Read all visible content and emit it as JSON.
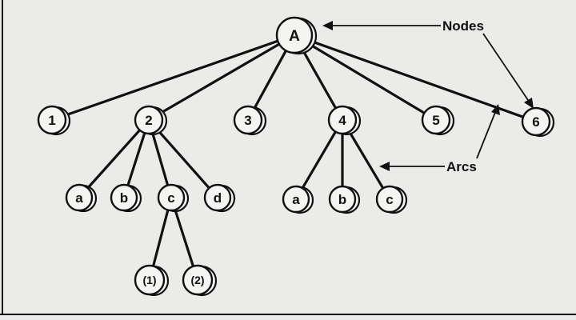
{
  "diagram": {
    "annotations": {
      "nodes": "Nodes",
      "arcs": "Arcs"
    },
    "nodes": [
      {
        "id": "A",
        "label": "A"
      },
      {
        "id": "n1",
        "label": "1"
      },
      {
        "id": "n2",
        "label": "2"
      },
      {
        "id": "n3",
        "label": "3"
      },
      {
        "id": "n4",
        "label": "4"
      },
      {
        "id": "n5",
        "label": "5"
      },
      {
        "id": "n6",
        "label": "6"
      },
      {
        "id": "n2a",
        "label": "a"
      },
      {
        "id": "n2b",
        "label": "b"
      },
      {
        "id": "n2c",
        "label": "c"
      },
      {
        "id": "n2d",
        "label": "d"
      },
      {
        "id": "n4a",
        "label": "a"
      },
      {
        "id": "n4b",
        "label": "b"
      },
      {
        "id": "n4c",
        "label": "c"
      },
      {
        "id": "n2c1",
        "label": "(1)"
      },
      {
        "id": "n2c2",
        "label": "(2)"
      }
    ],
    "edges": [
      [
        "A",
        "n1"
      ],
      [
        "A",
        "n2"
      ],
      [
        "A",
        "n3"
      ],
      [
        "A",
        "n4"
      ],
      [
        "A",
        "n5"
      ],
      [
        "A",
        "n6"
      ],
      [
        "n2",
        "n2a"
      ],
      [
        "n2",
        "n2b"
      ],
      [
        "n2",
        "n2c"
      ],
      [
        "n2",
        "n2d"
      ],
      [
        "n4",
        "n4a"
      ],
      [
        "n4",
        "n4b"
      ],
      [
        "n4",
        "n4c"
      ],
      [
        "n2c",
        "n2c1"
      ],
      [
        "n2c",
        "n2c2"
      ]
    ]
  }
}
